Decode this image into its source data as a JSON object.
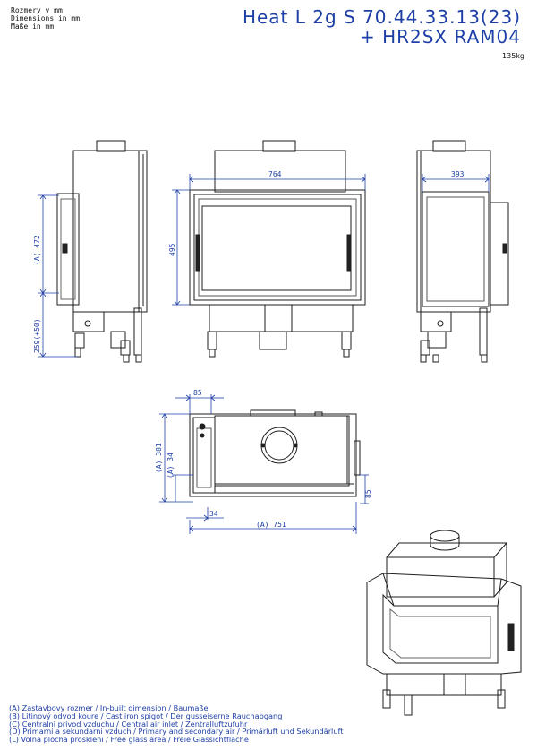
{
  "header": {
    "units_cz": "Rozmery v mm",
    "units_en": "Dimensions in mm",
    "units_de": "Maße in mm",
    "model_line1": "Heat L 2g S 70.44.33.13(23)",
    "model_line2": "+ HR2SX RAM04",
    "weight": "135kg"
  },
  "dimensions": {
    "side_height": "(A) 472",
    "side_bottom": "259(+50)",
    "front_width": "764",
    "front_height": "495",
    "right_width": "393",
    "top_offset": "85",
    "top_depth": "(A) 381",
    "top_inner": "(A) 34",
    "top_right": "85",
    "top_bottom_offset": "34",
    "top_width": "(A) 751"
  },
  "legend": {
    "a": "(A)  Zastavbovy rozmer / In-built dimension / Baumaße",
    "b": "(B)  Litinový odvod koure / Cast iron spigot / Der gusseiserne Rauchabgang",
    "c": "(C)  Centralni privod vzduchu / Central air inlet / Zentralluftzufuhr",
    "d": "(D)  Primarni a sekundarni vzduch / Primary and secondary air / Primärluft und Sekundärluft",
    "l": "(L)  Volna plocha proskleni / Free glass area / Freie Glassichtfläche"
  },
  "colors": {
    "line": "#1e1e1e",
    "dimension": "#1e3fa6"
  }
}
